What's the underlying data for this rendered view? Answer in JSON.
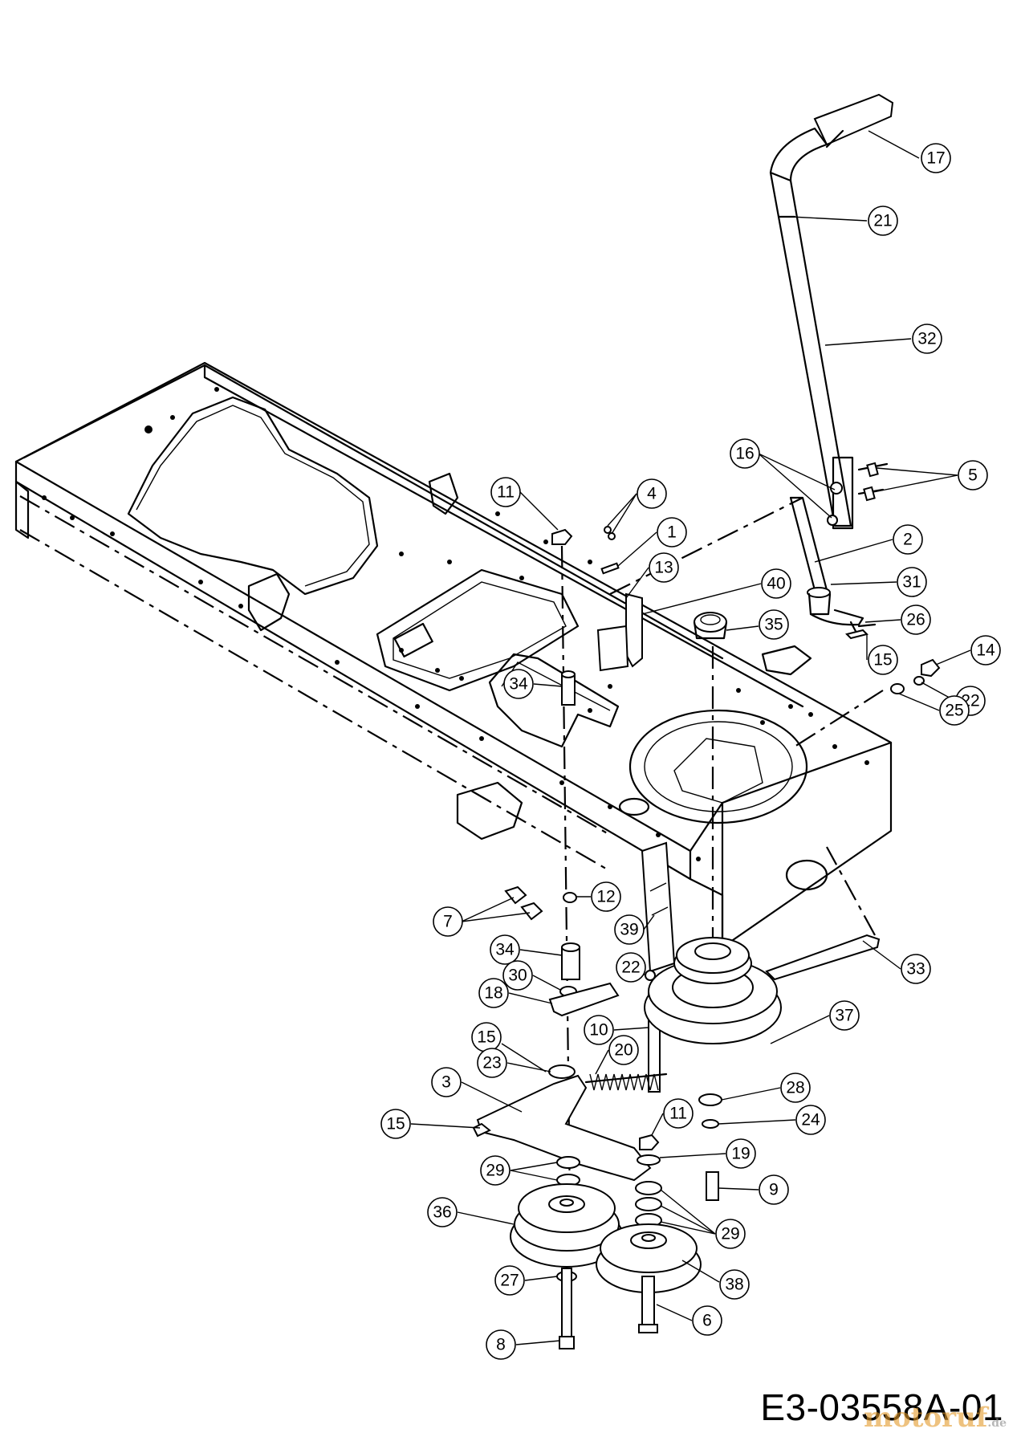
{
  "drawing_number": "E3-03558A-01",
  "watermark": {
    "text": "motoruf",
    "suffix": ".de"
  },
  "callouts": [
    {
      "id": "17",
      "label": "17"
    },
    {
      "id": "21",
      "label": "21"
    },
    {
      "id": "32",
      "label": "32"
    },
    {
      "id": "16",
      "label": "16"
    },
    {
      "id": "5",
      "label": "5"
    },
    {
      "id": "11a",
      "label": "11"
    },
    {
      "id": "4",
      "label": "4"
    },
    {
      "id": "1",
      "label": "1"
    },
    {
      "id": "2",
      "label": "2"
    },
    {
      "id": "13",
      "label": "13"
    },
    {
      "id": "40",
      "label": "40"
    },
    {
      "id": "31",
      "label": "31"
    },
    {
      "id": "35",
      "label": "35"
    },
    {
      "id": "26",
      "label": "26"
    },
    {
      "id": "15a",
      "label": "15"
    },
    {
      "id": "14",
      "label": "14"
    },
    {
      "id": "34a",
      "label": "34"
    },
    {
      "id": "22a",
      "label": "22"
    },
    {
      "id": "25",
      "label": "25"
    },
    {
      "id": "12",
      "label": "12"
    },
    {
      "id": "7",
      "label": "7"
    },
    {
      "id": "39",
      "label": "39"
    },
    {
      "id": "33",
      "label": "33"
    },
    {
      "id": "34b",
      "label": "34"
    },
    {
      "id": "22b",
      "label": "22"
    },
    {
      "id": "30",
      "label": "30"
    },
    {
      "id": "18",
      "label": "18"
    },
    {
      "id": "37",
      "label": "37"
    },
    {
      "id": "10",
      "label": "10"
    },
    {
      "id": "15b",
      "label": "15"
    },
    {
      "id": "20",
      "label": "20"
    },
    {
      "id": "23",
      "label": "23"
    },
    {
      "id": "3",
      "label": "3"
    },
    {
      "id": "28",
      "label": "28"
    },
    {
      "id": "11b",
      "label": "11"
    },
    {
      "id": "24",
      "label": "24"
    },
    {
      "id": "15c",
      "label": "15"
    },
    {
      "id": "19",
      "label": "19"
    },
    {
      "id": "29a",
      "label": "29"
    },
    {
      "id": "9",
      "label": "9"
    },
    {
      "id": "36",
      "label": "36"
    },
    {
      "id": "29b",
      "label": "29"
    },
    {
      "id": "27",
      "label": "27"
    },
    {
      "id": "38",
      "label": "38"
    },
    {
      "id": "6",
      "label": "6"
    },
    {
      "id": "8",
      "label": "8"
    }
  ]
}
